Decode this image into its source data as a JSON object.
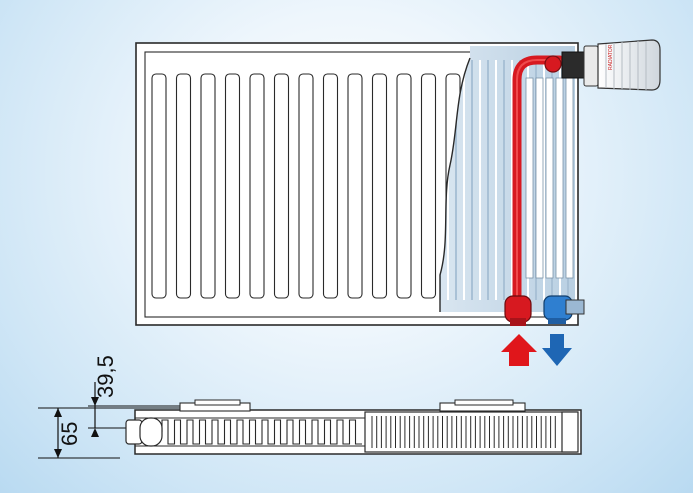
{
  "dimensions": {
    "depth_top": "39,5",
    "depth_total": "65"
  },
  "thermostat_brand": "RADIATOR",
  "colors": {
    "supply_pipe": "#d71920",
    "return_pipe": "#1f6fc2",
    "supply_arrow": "#e0161b",
    "return_arrow": "#1e66b4",
    "outline": "#2a2a2a",
    "cutaway_fill": "#cfe0ee"
  },
  "icons": {
    "supply_arrow": "arrow-up-icon",
    "return_arrow": "arrow-down-icon",
    "thermostat": "thermostat-head-icon"
  }
}
